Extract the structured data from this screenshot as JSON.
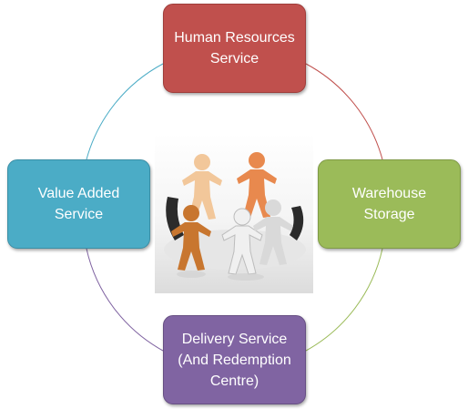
{
  "nodes": {
    "top": {
      "line1": "Human Resources",
      "line2": "Service",
      "line3": "",
      "fill": "#c0504d",
      "border": "#9f3d3a"
    },
    "right": {
      "line1": "Warehouse",
      "line2": "Storage",
      "line3": "",
      "fill": "#9bbb59",
      "border": "#7f9a46"
    },
    "bottom": {
      "line1": "Delivery Service",
      "line2": "(And Redemption",
      "line3": "Centre)",
      "fill": "#8064a2",
      "border": "#664f83"
    },
    "left": {
      "line1": "Value Added",
      "line2": "Service",
      "line3": "",
      "fill": "#4bacc6",
      "border": "#3a8ea5"
    }
  },
  "connector_colors": {
    "top_right": "#c0504d",
    "right_bottom": "#9bbb59",
    "bottom_left": "#8064a2",
    "left_top": "#4bacc6"
  },
  "center_image": {
    "icon": "paper-people-chain-icon",
    "colors": [
      "#f2c79a",
      "#e8894e",
      "#2b2b2b",
      "#c8762f",
      "#d9d9d9"
    ]
  }
}
